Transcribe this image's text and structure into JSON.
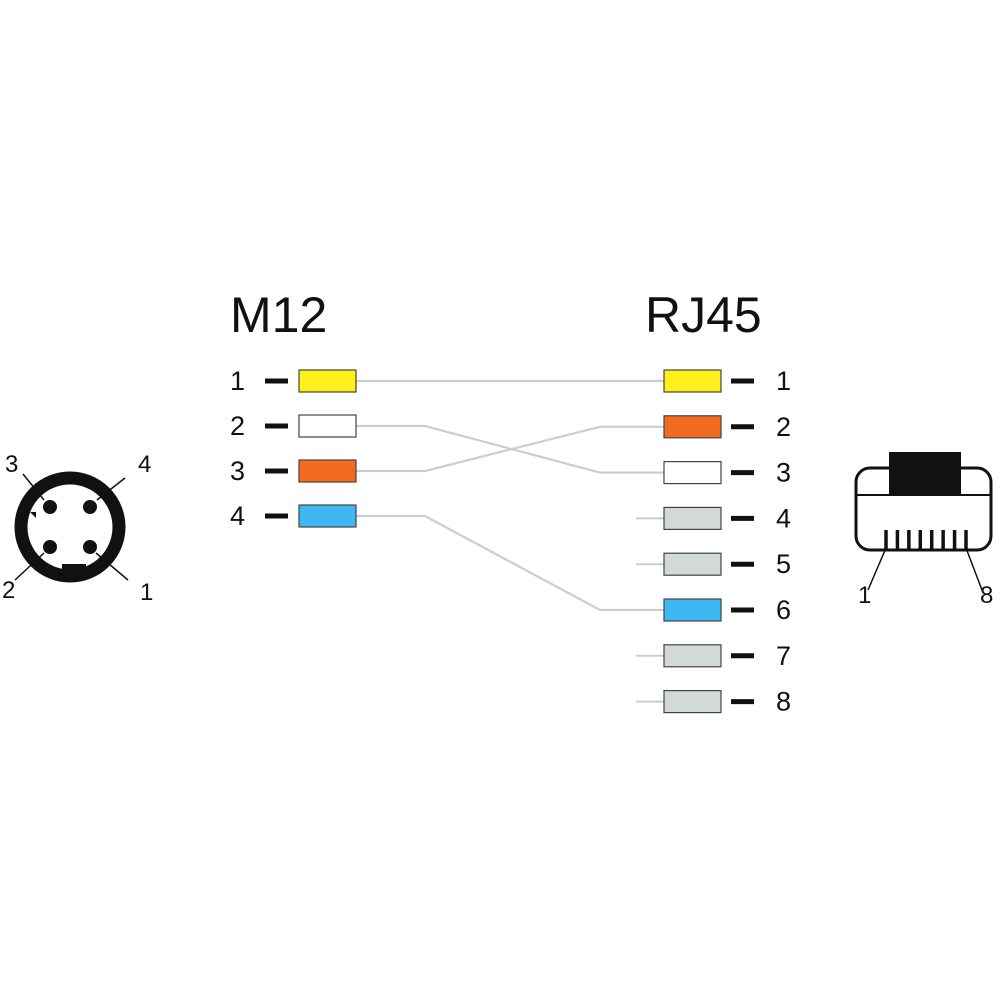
{
  "m12": {
    "title": "M12",
    "pins": [
      {
        "label": "1",
        "color": "#ffef1a"
      },
      {
        "label": "2",
        "color": "#ffffff"
      },
      {
        "label": "3",
        "color": "#f26b1f"
      },
      {
        "label": "4",
        "color": "#3db8f0"
      }
    ]
  },
  "rj45": {
    "title": "RJ45",
    "pins": [
      {
        "label": "1",
        "color": "#ffef1a"
      },
      {
        "label": "2",
        "color": "#f26b1f"
      },
      {
        "label": "3",
        "color": "#ffffff"
      },
      {
        "label": "4",
        "color": "#d3d9d8"
      },
      {
        "label": "5",
        "color": "#d3d9d8"
      },
      {
        "label": "6",
        "color": "#3db8f0"
      },
      {
        "label": "7",
        "color": "#d3d9d8"
      },
      {
        "label": "8",
        "color": "#d3d9d8"
      }
    ]
  },
  "wiring": [
    {
      "from": "1",
      "to": "1"
    },
    {
      "from": "2",
      "to": "3"
    },
    {
      "from": "3",
      "to": "2"
    },
    {
      "from": "4",
      "to": "6"
    }
  ],
  "m12_face": {
    "labels": [
      "3",
      "4",
      "2",
      "1"
    ]
  },
  "rj45_face": {
    "labels": [
      "1",
      "8"
    ]
  },
  "colors": {
    "wire": "#c9cfcf",
    "outline": "#111111"
  }
}
